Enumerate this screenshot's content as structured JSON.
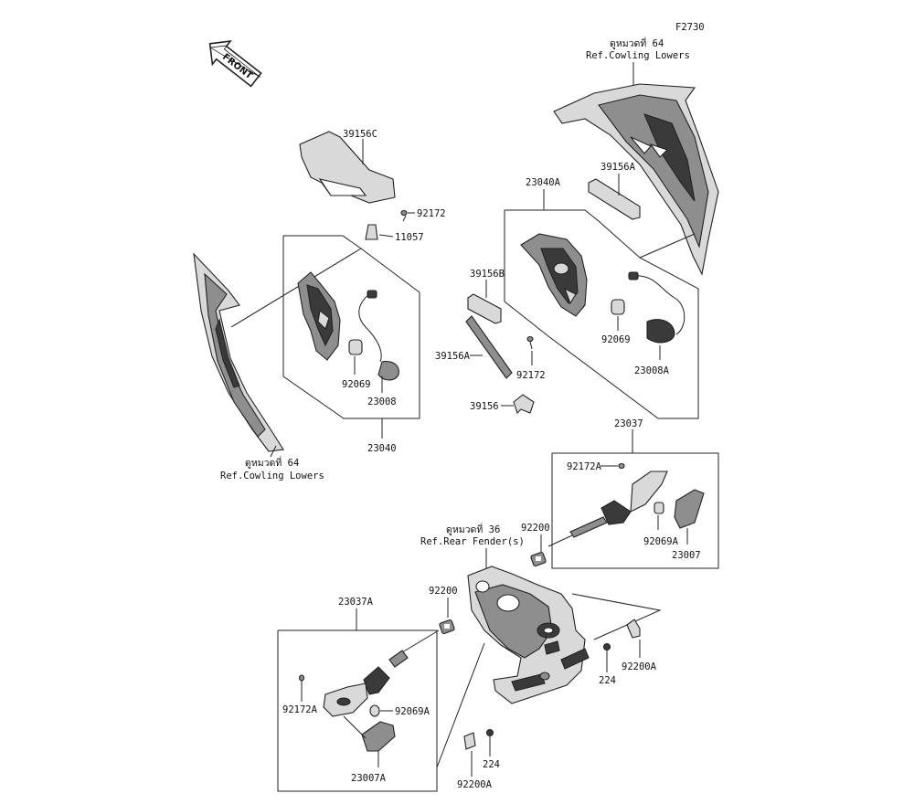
{
  "figure_code": "F2730",
  "front_label": "FRONT",
  "labels": {
    "ref_cowling_top_th": "ดูหมวดที่ 64",
    "ref_cowling_top_en": "Ref.Cowling Lowers",
    "ref_cowling_left_th": "ดูหมวดที่ 64",
    "ref_cowling_left_en": "Ref.Cowling Lowers",
    "ref_fender_th": "ดูหมวดที่ 36",
    "ref_fender_en": "Ref.Rear Fender(s)",
    "p39156C": "39156C",
    "p92172_top": "92172",
    "p11057": "11057",
    "p92069_left": "92069",
    "p23008": "23008",
    "p23040": "23040",
    "p23040A": "23040A",
    "p39156A_top": "39156A",
    "p39156B": "39156B",
    "p39156A_mid": "39156A",
    "p92172_mid": "92172",
    "p92069_right": "92069",
    "p23008A": "23008A",
    "p39156": "39156",
    "p23037": "23037",
    "p92172A_right": "92172A",
    "p92069A_right": "92069A",
    "p23007": "23007",
    "p92200_right": "92200",
    "p92200_left": "92200",
    "p23037A": "23037A",
    "p92172A_left": "92172A",
    "p92069A_left": "92069A",
    "p23007A": "23007A",
    "p224_right": "224",
    "p92200A_right": "92200A",
    "p224_bottom": "224",
    "p92200A_bottom": "92200A"
  }
}
